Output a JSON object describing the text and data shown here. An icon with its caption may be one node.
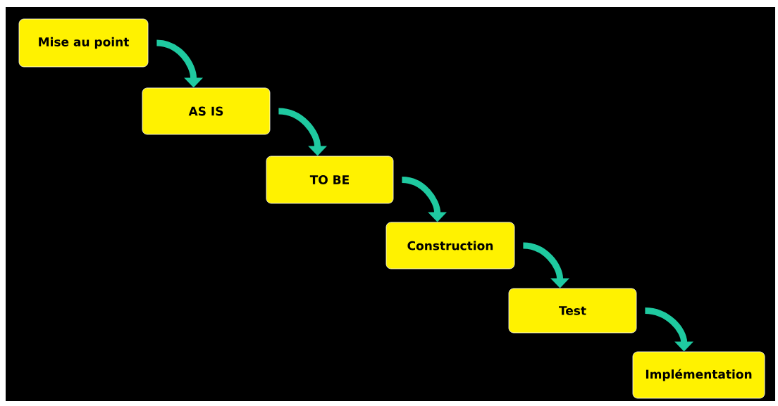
{
  "diagram": {
    "nodes": [
      {
        "text": [
          "Mise au point"
        ]
      },
      {
        "text": [
          "AS IS"
        ]
      },
      {
        "text": [
          "TO BE"
        ]
      },
      {
        "text": [
          "Construction"
        ]
      },
      {
        "text": [
          "Test"
        ]
      },
      {
        "text": [
          "Implémentation"
        ]
      }
    ],
    "edges": [
      {
        "from": 0,
        "to": 1,
        "arrow": "to"
      },
      {
        "from": 1,
        "to": 2,
        "arrow": "to"
      },
      {
        "from": 2,
        "to": 3,
        "arrow": "to"
      },
      {
        "from": 3,
        "to": 4,
        "arrow": "to"
      },
      {
        "from": 4,
        "to": 5,
        "arrow": "to"
      }
    ]
  }
}
